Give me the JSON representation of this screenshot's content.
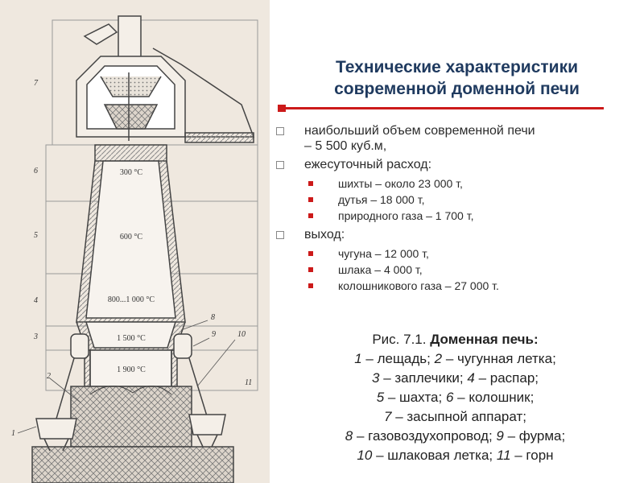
{
  "slide": {
    "title_line1": "Технические характеристики",
    "title_line2": "современной доменной печи",
    "accent_color": "#cc1a1a",
    "title_color": "#1f3a5f"
  },
  "specs": {
    "items": [
      {
        "text_a": "наибольший объем современной печи",
        "text_b": "– 5 500 куб.м,"
      },
      {
        "text": "ежесуточный расход:",
        "subitems": [
          "шихты – около 23 000 т,",
          "дутья – 18 000 т,",
          "природного газа – 1 700 т,"
        ]
      },
      {
        "text": "выход:",
        "subitems": [
          "чугуна – 12 000 т,",
          "шлака – 4 000 т,",
          "колошникового газа – 27 000 т."
        ]
      }
    ]
  },
  "caption": {
    "prefix": "Рис. 7.1. ",
    "title": "Доменная печь:",
    "line2": [
      [
        "1",
        " – лещадь; "
      ],
      [
        "2",
        " – чугунная летка;"
      ]
    ],
    "line3": [
      [
        "3",
        " – заплечики; "
      ],
      [
        "4",
        " – распар;"
      ]
    ],
    "line4": [
      [
        "5",
        " – шахта; "
      ],
      [
        "6",
        " – колошник;"
      ]
    ],
    "line5": [
      [
        "7",
        " – засыпной аппарат;"
      ]
    ],
    "line6": [
      [
        "8",
        " – газовоздухопровод; "
      ],
      [
        "9",
        " – фурма;"
      ]
    ],
    "line7": [
      [
        "10",
        " – шлаковая летка; "
      ],
      [
        "11",
        " – горн"
      ]
    ]
  },
  "diagram": {
    "temperatures": [
      "300 °C",
      "600 °C",
      "800...1 000 °C",
      "1 500 °C",
      "1 900 °C"
    ],
    "left_labels": [
      "7",
      "6",
      "5",
      "4",
      "3",
      "2",
      "1"
    ],
    "right_labels": [
      "8",
      "9",
      "10",
      "11"
    ]
  }
}
